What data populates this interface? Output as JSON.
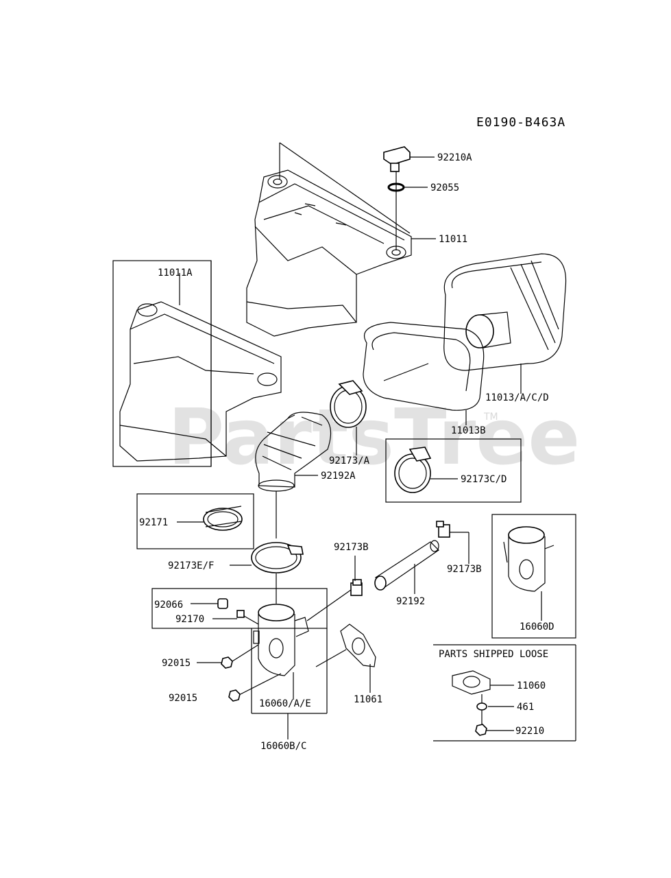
{
  "diagram": {
    "code": "E0190-B463A",
    "watermark": "PartsTree",
    "watermark_tm": "TM",
    "loose_box_title": "PARTS SHIPPED LOOSE",
    "labels": {
      "p92210A": "92210A",
      "p92055": "92055",
      "p11011": "11011",
      "p11011A": "11011A",
      "p11013": "11013/A/C/D",
      "p11013B": "11013B",
      "p92173A": "92173/A",
      "p92173CD": "92173C/D",
      "p92192A": "92192A",
      "p92171": "92171",
      "p92173EF": "92173E/F",
      "p92173B_1": "92173B",
      "p92173B_2": "92173B",
      "p92192": "92192",
      "p16060D": "16060D",
      "p92066": "92066",
      "p92170": "92170",
      "p92015_1": "92015",
      "p92015_2": "92015",
      "p16060AE": "16060/A/E",
      "p11061": "11061",
      "p16060BC": "16060B/C",
      "p11060": "11060",
      "p461": "461",
      "p92210": "92210"
    }
  }
}
